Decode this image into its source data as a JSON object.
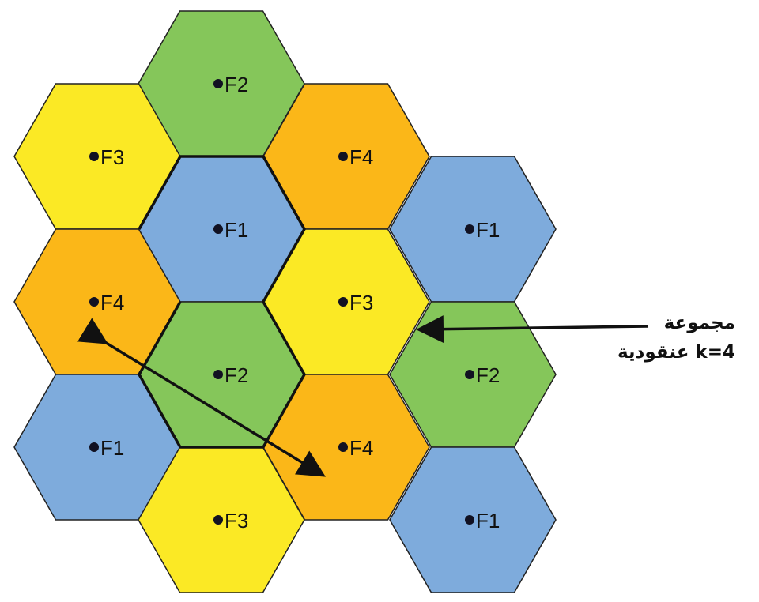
{
  "colors": {
    "F1": "#7eabdc",
    "F2": "#85c65a",
    "F3": "#fbe925",
    "F4": "#fbb718",
    "stroke": "#222222",
    "arrow": "#111111",
    "dot": "#111122"
  },
  "cells": [
    {
      "label": "F2",
      "freq": "F2"
    },
    {
      "label": "F3",
      "freq": "F3"
    },
    {
      "label": "F4",
      "freq": "F4"
    },
    {
      "label": "F1",
      "freq": "F1"
    },
    {
      "label": "F1",
      "freq": "F1"
    },
    {
      "label": "F4",
      "freq": "F4"
    },
    {
      "label": "F3",
      "freq": "F3"
    },
    {
      "label": "F2",
      "freq": "F2"
    },
    {
      "label": "F2",
      "freq": "F2"
    },
    {
      "label": "F1",
      "freq": "F1"
    },
    {
      "label": "F4",
      "freq": "F4"
    },
    {
      "label": "F3",
      "freq": "F3"
    },
    {
      "label": "F1",
      "freq": "F1"
    }
  ],
  "cluster_label": {
    "line1": "مجموعة",
    "line2": "عنقودية k=4"
  }
}
